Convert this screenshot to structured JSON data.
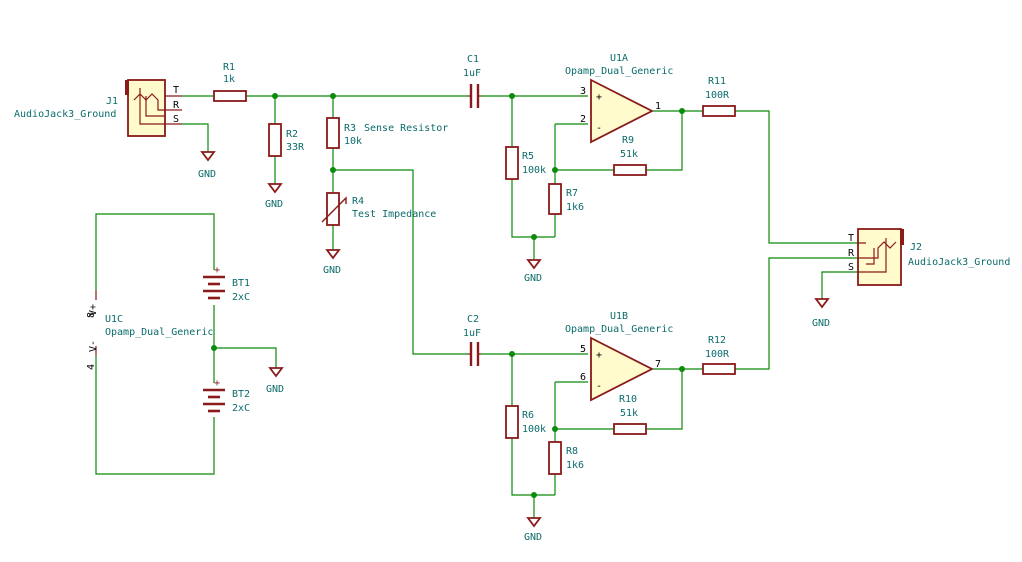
{
  "components": {
    "J1": {
      "ref": "J1",
      "value": "AudioJack3_Ground",
      "pin_t": "T",
      "pin_r": "R",
      "pin_s": "S"
    },
    "J2": {
      "ref": "J2",
      "value": "AudioJack3_Ground",
      "pin_t": "T",
      "pin_r": "R",
      "pin_s": "S"
    },
    "R1": {
      "ref": "R1",
      "value": "1k"
    },
    "R2": {
      "ref": "R2",
      "value": "33R"
    },
    "R3": {
      "ref": "R3",
      "value": "10k",
      "note": "Sense Resistor"
    },
    "R4": {
      "ref": "R4",
      "value": "Test Impedance"
    },
    "R5": {
      "ref": "R5",
      "value": "100k"
    },
    "R6": {
      "ref": "R6",
      "value": "100k"
    },
    "R7": {
      "ref": "R7",
      "value": "1k6"
    },
    "R8": {
      "ref": "R8",
      "value": "1k6"
    },
    "R9": {
      "ref": "R9",
      "value": "51k"
    },
    "R10": {
      "ref": "R10",
      "value": "51k"
    },
    "R11": {
      "ref": "R11",
      "value": "100R"
    },
    "R12": {
      "ref": "R12",
      "value": "100R"
    },
    "C1": {
      "ref": "C1",
      "value": "1uF"
    },
    "C2": {
      "ref": "C2",
      "value": "1uF"
    },
    "U1A": {
      "ref": "U1A",
      "value": "Opamp_Dual_Generic",
      "pin_plus": "3",
      "pin_minus": "2",
      "pin_out": "1"
    },
    "U1B": {
      "ref": "U1B",
      "value": "Opamp_Dual_Generic",
      "pin_plus": "5",
      "pin_minus": "6",
      "pin_out": "7"
    },
    "U1C": {
      "ref": "U1C",
      "value": "Opamp_Dual_Generic",
      "pin_vp": "8",
      "pin_vm": "4",
      "label_vp": "V+",
      "label_vm": "V-"
    },
    "BT1": {
      "ref": "BT1",
      "value": "2xC"
    },
    "BT2": {
      "ref": "BT2",
      "value": "2xC"
    }
  },
  "gnd_label": "GND",
  "plus_sign": "+",
  "minus_sign": "-",
  "colors": {
    "wire": "#0b8a0b",
    "component": "#8b1a1a",
    "label": "#0b6b6b",
    "jack_fill": "#fffbcc"
  }
}
